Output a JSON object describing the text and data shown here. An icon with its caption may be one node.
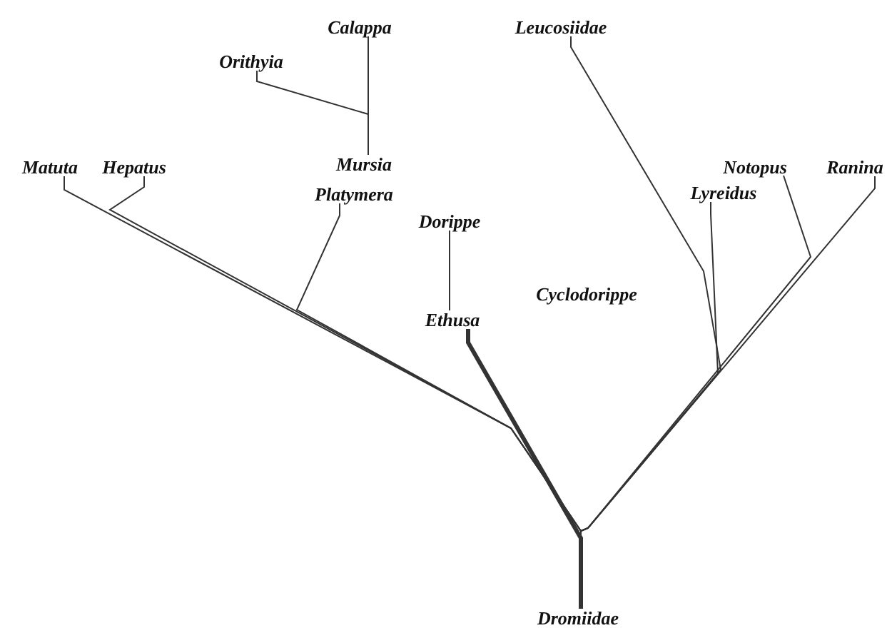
{
  "diagram": {
    "nodes": [
      {
        "text": [
          "Calappa"
        ]
      },
      {
        "text": [
          "Leucosiidae"
        ]
      },
      {
        "text": [
          "Orithyia"
        ]
      },
      {
        "text": [
          "Matuta"
        ]
      },
      {
        "text": [
          "Hepatus"
        ]
      },
      {
        "text": [
          "Mursia"
        ]
      },
      {
        "text": [
          "Notopus"
        ]
      },
      {
        "text": [
          "Ranina"
        ]
      },
      {
        "text": [
          "Platymera"
        ]
      },
      {
        "text": [
          "Lyreidus"
        ]
      },
      {
        "text": [
          "Dorippe"
        ]
      },
      {
        "text": [
          "Ethusa"
        ]
      },
      {
        "text": [
          "Dromiidae"
        ]
      }
    ],
    "edges": [
      {
        "from": 12,
        "to": 3,
        "arrow": "none"
      },
      {
        "from": 12,
        "to": 4,
        "arrow": "none"
      },
      {
        "from": 12,
        "to": 8,
        "arrow": "none"
      },
      {
        "from": 12,
        "to": 11,
        "arrow": "none",
        "style": "thick"
      },
      {
        "from": 12,
        "to": 7,
        "arrow": "none"
      },
      {
        "from": 12,
        "to": 1,
        "arrow": "none"
      },
      {
        "from": 12,
        "to": 9,
        "arrow": "none"
      },
      {
        "from": 12,
        "to": 6,
        "arrow": "none"
      },
      {
        "from": 5,
        "to": 0,
        "arrow": "none"
      },
      {
        "from": 5,
        "to": 2,
        "arrow": "none"
      },
      {
        "from": 11,
        "to": 10,
        "arrow": "none"
      }
    ],
    "labels": [
      "Cyclodorippe"
    ]
  }
}
